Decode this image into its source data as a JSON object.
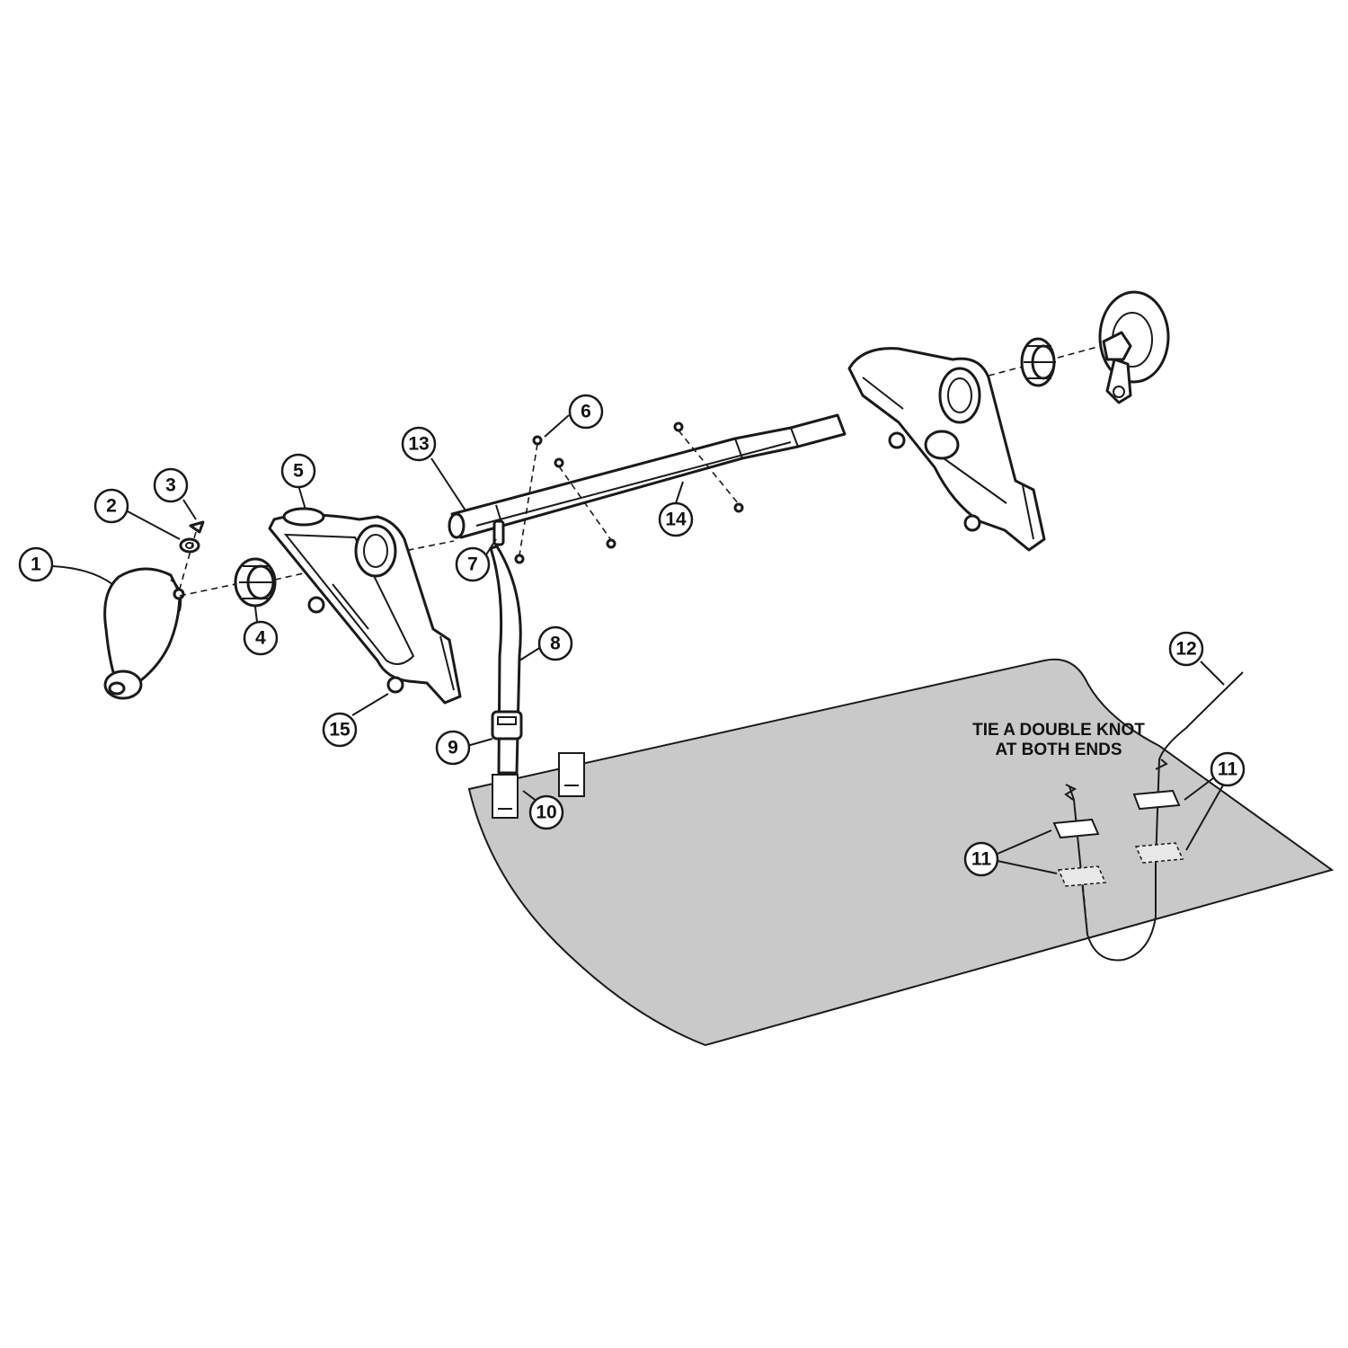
{
  "colors": {
    "line": "#1a1a1a",
    "cover": "#c9c9c9",
    "background": "#ffffff"
  },
  "note": {
    "line1": "TIE A DOUBLE KNOT",
    "line2": "AT BOTH ENDS"
  },
  "callouts": [
    {
      "id": "c1",
      "label": "1"
    },
    {
      "id": "c2",
      "label": "2"
    },
    {
      "id": "c3",
      "label": "3"
    },
    {
      "id": "c4",
      "label": "4"
    },
    {
      "id": "c5",
      "label": "5"
    },
    {
      "id": "c6",
      "label": "6"
    },
    {
      "id": "c7",
      "label": "7"
    },
    {
      "id": "c8",
      "label": "8"
    },
    {
      "id": "c9",
      "label": "9"
    },
    {
      "id": "c10",
      "label": "10"
    },
    {
      "id": "c11a",
      "label": "11"
    },
    {
      "id": "c11b",
      "label": "11"
    },
    {
      "id": "c12",
      "label": "12"
    },
    {
      "id": "c13",
      "label": "13"
    },
    {
      "id": "c14",
      "label": "14"
    },
    {
      "id": "c15",
      "label": "15"
    }
  ]
}
